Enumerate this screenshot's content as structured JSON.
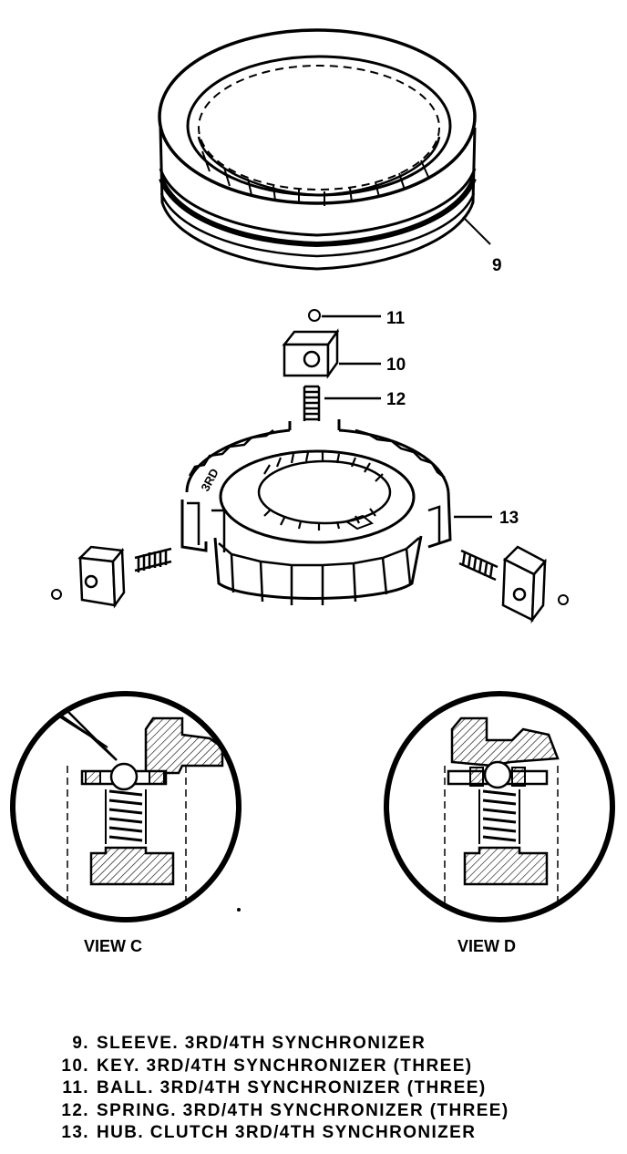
{
  "callouts": [
    {
      "id": "9",
      "label": "9"
    },
    {
      "id": "10",
      "label": "10"
    },
    {
      "id": "11",
      "label": "11"
    },
    {
      "id": "12",
      "label": "12"
    },
    {
      "id": "13",
      "label": "13"
    }
  ],
  "hub_marking": "3RD",
  "views": {
    "c": {
      "label": "VIEW C"
    },
    "d": {
      "label": "VIEW D"
    }
  },
  "legend": [
    {
      "num": "9.",
      "text": "SLEEVE. 3RD/4TH SYNCHRONIZER"
    },
    {
      "num": "10.",
      "text": "KEY. 3RD/4TH SYNCHRONIZER (THREE)"
    },
    {
      "num": "11.",
      "text": "BALL. 3RD/4TH SYNCHRONIZER (THREE)"
    },
    {
      "num": "12.",
      "text": "SPRING. 3RD/4TH SYNCHRONIZER (THREE)"
    },
    {
      "num": "13.",
      "text": "HUB. CLUTCH 3RD/4TH SYNCHRONIZER"
    }
  ]
}
